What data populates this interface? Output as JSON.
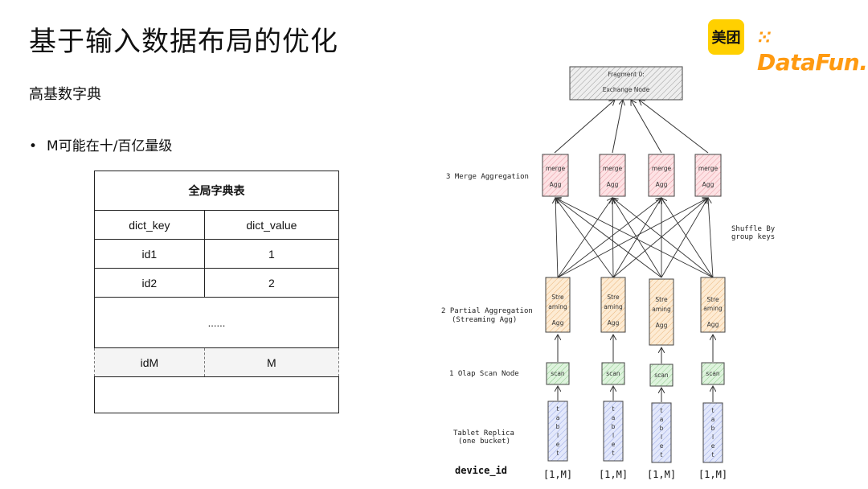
{
  "header": {
    "title": "基于输入数据布局的优化",
    "subtitle": "高基数字典",
    "bullet": "M可能在十/百亿量级"
  },
  "logos": {
    "meituan": "美团",
    "datafun": "DataFun."
  },
  "dict_table": {
    "title": "全局字典表",
    "columns": [
      "dict_key",
      "dict_value"
    ],
    "rows": [
      [
        "id1",
        "1"
      ],
      [
        "id2",
        "2"
      ]
    ],
    "ellipsis": "......",
    "last_row": [
      "idM",
      "M"
    ]
  },
  "diagram": {
    "fragment_label": "Fragment 0:",
    "fragment_sub": "Exchange Node",
    "layers": {
      "merge": "3 Merge Aggregation",
      "partial": "2 Partial Aggregation",
      "partial_sub": "(Streaming Agg)",
      "scan": "1 Olap Scan Node",
      "tablet": "Tablet Replica",
      "tablet_sub": "(one bucket)"
    },
    "shuffle": "Shuffle By",
    "shuffle_sub": "group keys",
    "merge_box": [
      "merge",
      "Agg"
    ],
    "stream_box": [
      "Stre",
      "aming",
      "Agg"
    ],
    "scan_box": "scan",
    "tablet_letters": [
      "t",
      "a",
      "b",
      "l",
      "e",
      "t"
    ],
    "device_label": "device_id",
    "ranges": [
      "[1,M]",
      "[1,M]",
      "[1,M]",
      "[1,M]"
    ]
  }
}
